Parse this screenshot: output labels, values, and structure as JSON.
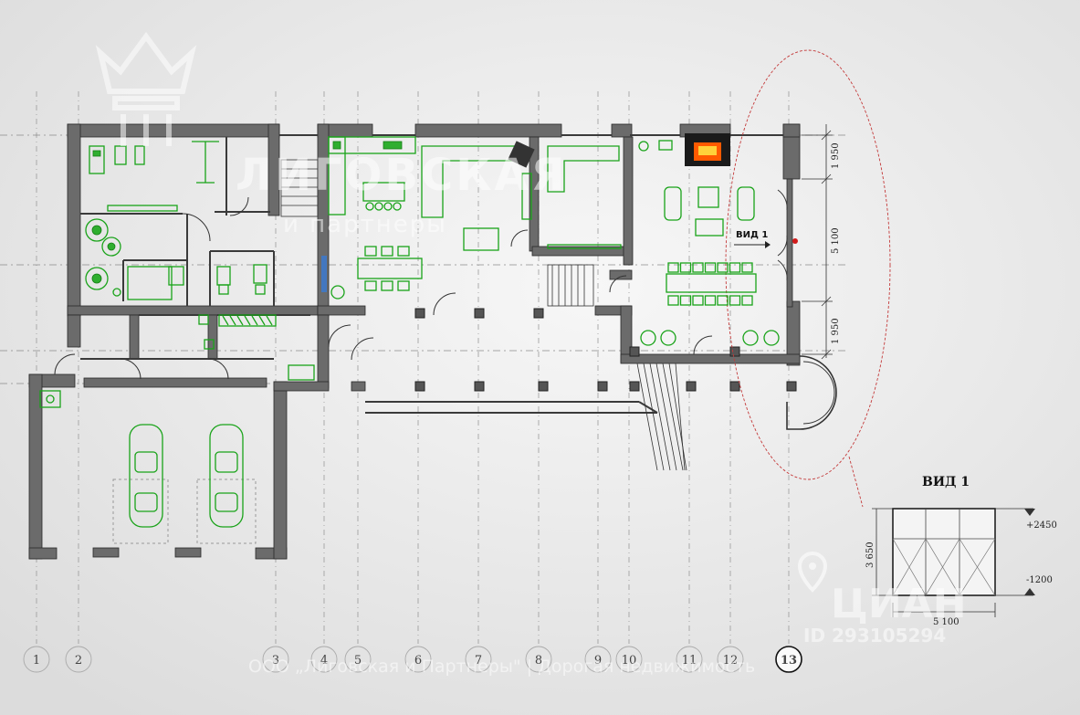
{
  "watermark": {
    "company_lines": [
      "ЛИГОВСКАЯ",
      "и партнеры"
    ],
    "cian_logo": "ЦИАН",
    "listing_id": "ID 293105294",
    "footer_text": "ООО „Лиговская и Партнеры\" | Дорогая недвижимость"
  },
  "plan": {
    "grid_axes": [
      "1",
      "2",
      "3",
      "4",
      "5",
      "6",
      "7",
      "8",
      "9",
      "10",
      "11",
      "12",
      "13"
    ],
    "highlighted_axis": "13",
    "view_marker_label": "ВИД 1",
    "side_dimensions": [
      "1 950",
      "5 100",
      "1 950"
    ]
  },
  "view_detail": {
    "title": "ВИД 1",
    "height_dimension": "3 650",
    "width_dimension": "5 100",
    "level_top": "+2450",
    "level_bottom": "-1200"
  },
  "colors": {
    "furniture": "#19a319",
    "wall": "#6b6b6b",
    "fireplace": "#ff5a00",
    "marker": "#d11a1a"
  }
}
